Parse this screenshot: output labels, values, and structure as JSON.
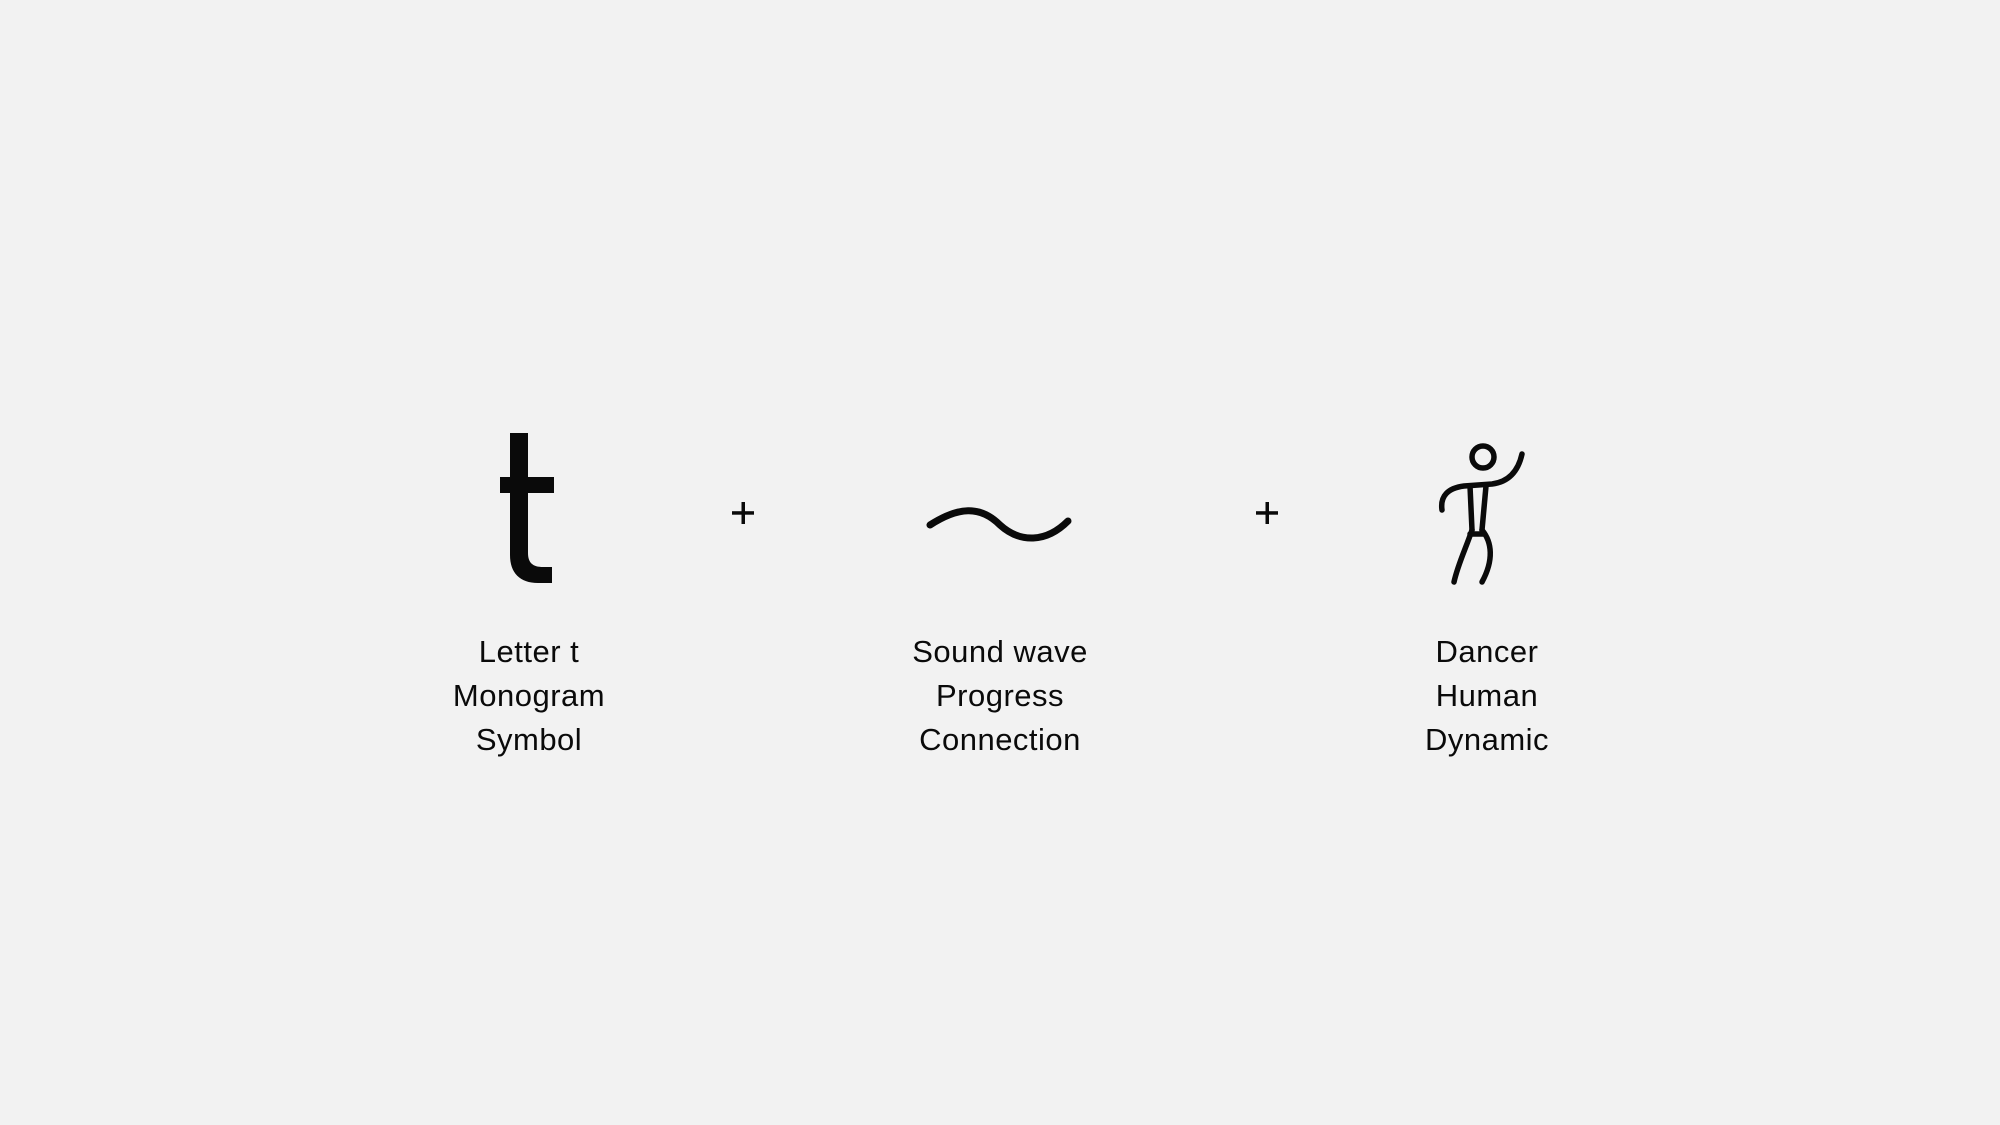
{
  "colors": {
    "background": "#f2f2f2",
    "ink": "#0a0a0a"
  },
  "symbols": [
    {
      "icon": "letter-t-icon",
      "lines": [
        "Letter t",
        "Monogram",
        "Symbol"
      ]
    },
    {
      "icon": "sound-wave-icon",
      "lines": [
        "Sound wave",
        "Progress",
        "Connection"
      ]
    },
    {
      "icon": "dancer-icon",
      "lines": [
        "Dancer",
        "Human",
        "Dynamic"
      ]
    }
  ],
  "operators": [
    "plus-icon",
    "plus-icon"
  ]
}
